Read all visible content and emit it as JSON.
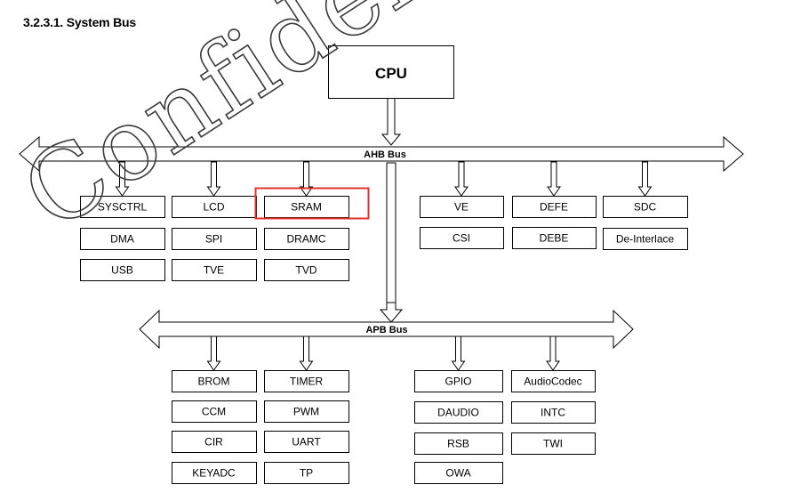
{
  "section": {
    "title": "3.2.3.1. System Bus"
  },
  "watermark": {
    "text": "Confidential"
  },
  "cpu": {
    "label": "CPU"
  },
  "buses": {
    "ahb": "AHB Bus",
    "apb": "APB Bus"
  },
  "ahb_blocks": [
    {
      "label": "SYSCTRL",
      "arrow": true
    },
    {
      "label": "LCD",
      "arrow": true
    },
    {
      "label": "SRAM",
      "arrow": true,
      "highlighted": true
    },
    {
      "label": "DMA",
      "arrow": false
    },
    {
      "label": "SPI",
      "arrow": false
    },
    {
      "label": "DRAMC",
      "arrow": false
    },
    {
      "label": "USB",
      "arrow": false
    },
    {
      "label": "TVE",
      "arrow": false
    },
    {
      "label": "TVD",
      "arrow": false
    },
    {
      "label": "VE",
      "arrow": true
    },
    {
      "label": "DEFE",
      "arrow": true
    },
    {
      "label": "SDC",
      "arrow": true
    },
    {
      "label": "CSI",
      "arrow": false
    },
    {
      "label": "DEBE",
      "arrow": false
    },
    {
      "label": "De-Interlace",
      "arrow": false
    }
  ],
  "apb_blocks": [
    {
      "label": "BROM",
      "arrow": true
    },
    {
      "label": "TIMER",
      "arrow": true
    },
    {
      "label": "CCM",
      "arrow": false
    },
    {
      "label": "PWM",
      "arrow": false
    },
    {
      "label": "CIR",
      "arrow": false
    },
    {
      "label": "UART",
      "arrow": false
    },
    {
      "label": "KEYADC",
      "arrow": false
    },
    {
      "label": "TP",
      "arrow": false
    },
    {
      "label": "GPIO",
      "arrow": true
    },
    {
      "label": "AudioCodec",
      "arrow": true
    },
    {
      "label": "DAUDIO",
      "arrow": false
    },
    {
      "label": "INTC",
      "arrow": false
    },
    {
      "label": "RSB",
      "arrow": false
    },
    {
      "label": "TWI",
      "arrow": false
    },
    {
      "label": "OWA",
      "arrow": false
    }
  ],
  "colors": {
    "line": "#000000",
    "highlight": "#e03030",
    "watermark": "#3a3a3a"
  }
}
